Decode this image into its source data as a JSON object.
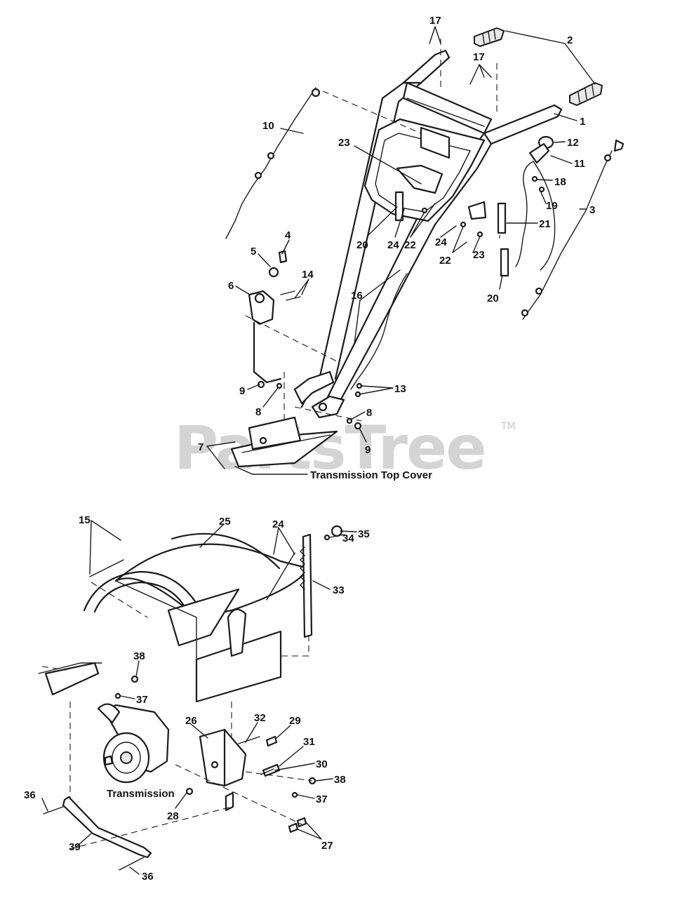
{
  "watermark": {
    "brand": "PartsTree",
    "trademark": "TM"
  },
  "labels": {
    "transmission_top_cover": "Transmission Top Cover",
    "transmission": "Transmission"
  },
  "callouts": {
    "c1": "1",
    "c2": "2",
    "c3": "3",
    "c4": "4",
    "c5": "5",
    "c6": "6",
    "c7": "7",
    "c8a": "8",
    "c8b": "8",
    "c9a": "9",
    "c9b": "9",
    "c10": "10",
    "c11": "11",
    "c12": "12",
    "c13": "13",
    "c14": "14",
    "c15": "15",
    "c16": "16",
    "c17a": "17",
    "c17b": "17",
    "c18": "18",
    "c19": "19",
    "c20a": "20",
    "c20b": "20",
    "c21": "21",
    "c22a": "22",
    "c22b": "22",
    "c23a": "23",
    "c23b": "23",
    "c24a": "24",
    "c24b": "24",
    "c24c": "24",
    "c25": "25",
    "c26": "26",
    "c27": "27",
    "c28": "28",
    "c29": "29",
    "c30": "30",
    "c31": "31",
    "c32": "32",
    "c33": "33",
    "c34": "34",
    "c35": "35",
    "c36a": "36",
    "c36b": "36",
    "c37a": "37",
    "c37b": "37",
    "c38a": "38",
    "c38b": "38",
    "c39": "39"
  }
}
